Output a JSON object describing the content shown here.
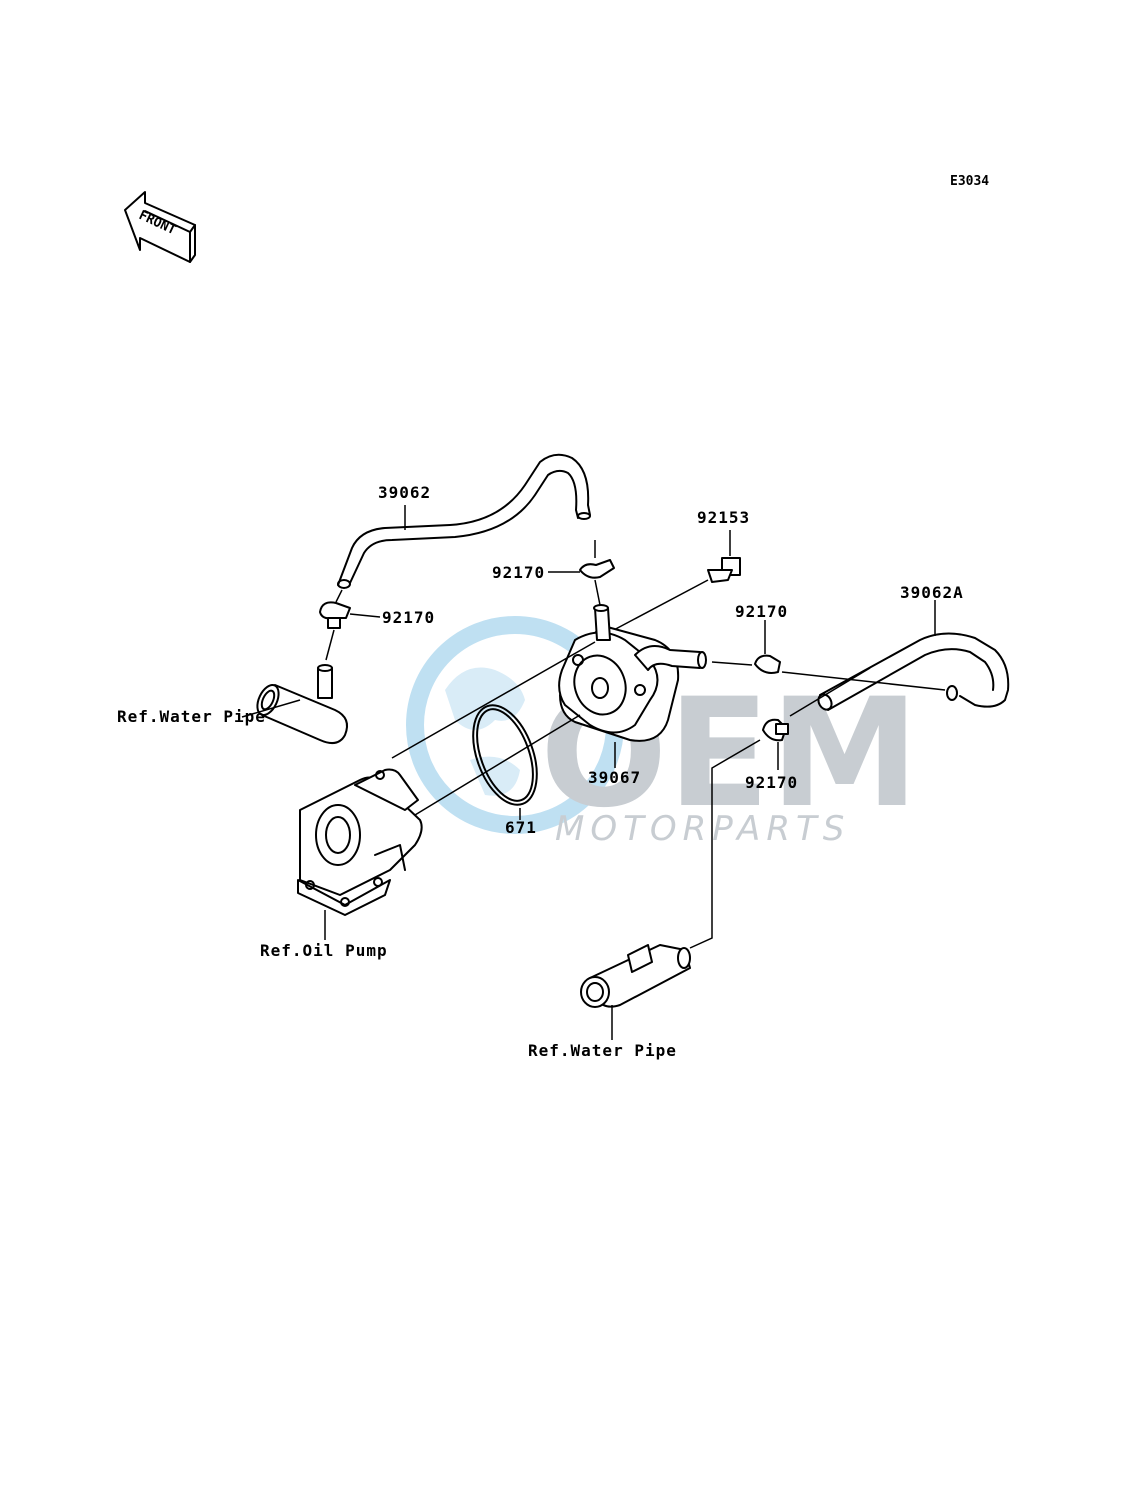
{
  "diagram_code": "E3034",
  "front_indicator": {
    "label": "FRONT"
  },
  "watermark": {
    "brand": "OEM",
    "subtitle": "MOTORPARTS",
    "color": "#4aa9dc"
  },
  "parts": {
    "hose_upper": "39062",
    "hose_right": "39062A",
    "oil_cooler": "39067",
    "bolt": "92153",
    "o_ring": "671",
    "clamp_top": "92170",
    "clamp_left": "92170",
    "clamp_right_upper": "92170",
    "clamp_right_lower": "92170"
  },
  "references": {
    "water_pipe_left": "Ref.Water Pipe",
    "oil_pump": "Ref.Oil Pump",
    "water_pipe_bottom": "Ref.Water Pipe"
  }
}
